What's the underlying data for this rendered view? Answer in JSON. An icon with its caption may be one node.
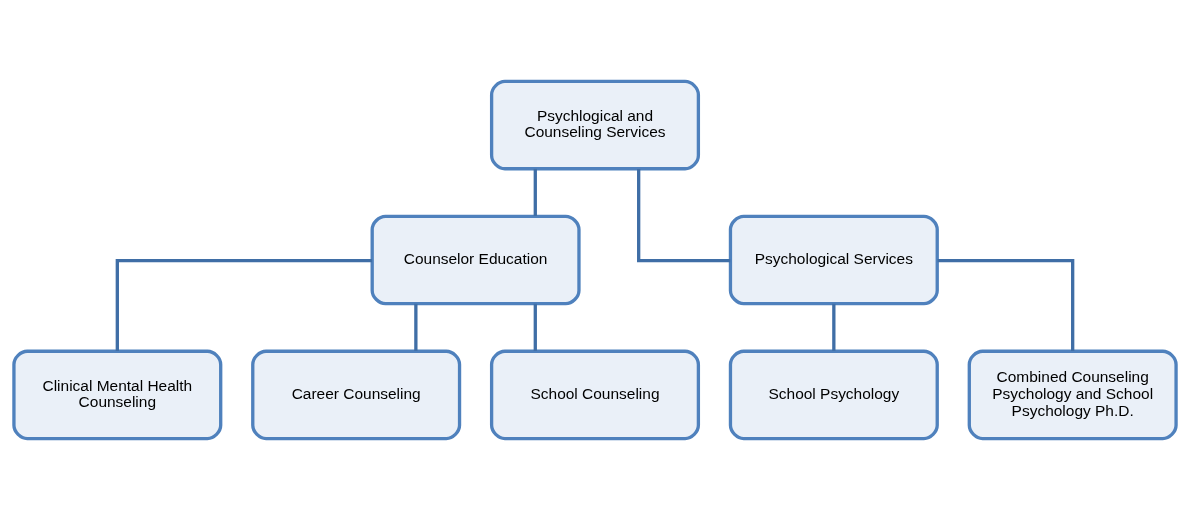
{
  "diagram": {
    "nodes": [
      {
        "text": [
          "Psychlogical and Counseling Services"
        ]
      },
      {
        "text": [
          "Counselor Education"
        ]
      },
      {
        "text": [
          "Psychological Services"
        ]
      },
      {
        "text": [
          "Clinical Mental Health Counseling"
        ]
      },
      {
        "text": [
          "Career Counseling"
        ]
      },
      {
        "text": [
          "School Counseling"
        ]
      },
      {
        "text": [
          "School Psychology"
        ]
      },
      {
        "text": [
          "Combined Counseling Psychology and School Psychology Ph.D."
        ]
      }
    ],
    "edges": [
      {
        "from": 0,
        "to": 1,
        "arrow": "none"
      },
      {
        "from": 0,
        "to": 2,
        "arrow": "none"
      },
      {
        "from": 1,
        "to": 3,
        "arrow": "none"
      },
      {
        "from": 1,
        "to": 4,
        "arrow": "none"
      },
      {
        "from": 1,
        "to": 5,
        "arrow": "none"
      },
      {
        "from": 2,
        "to": 6,
        "arrow": "none"
      },
      {
        "from": 2,
        "to": 7,
        "arrow": "none"
      }
    ]
  }
}
